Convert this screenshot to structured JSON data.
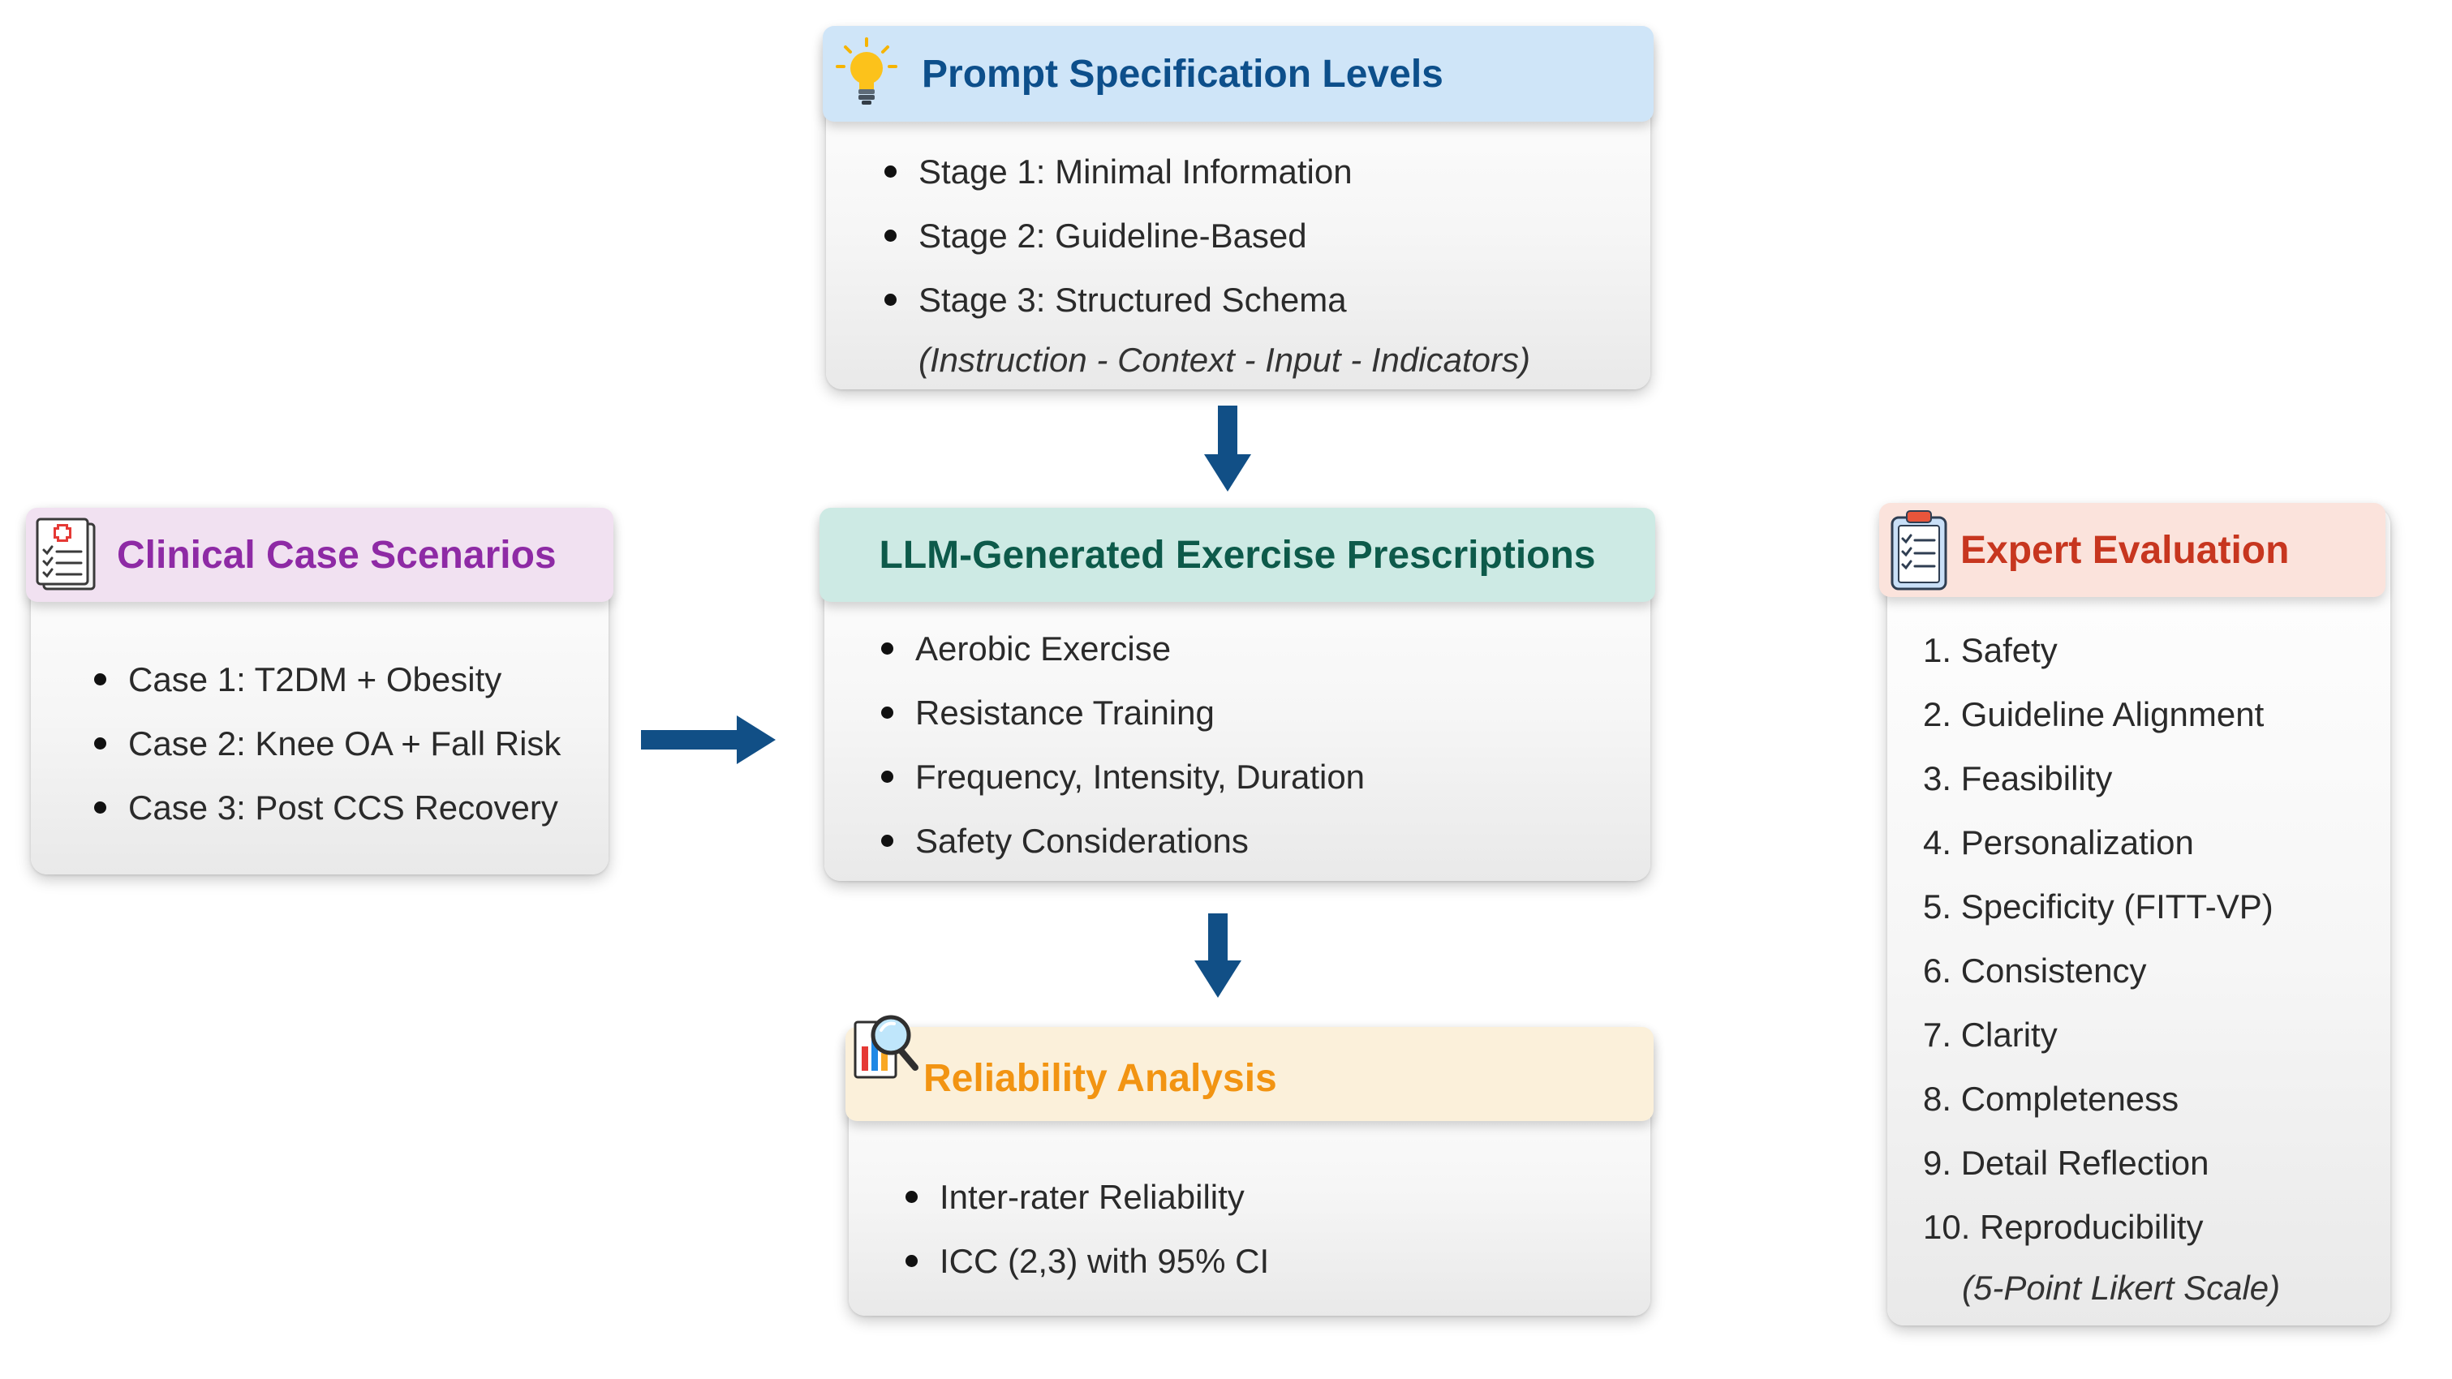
{
  "prompt_spec": {
    "title": "Prompt Specification Levels",
    "items": [
      "Stage 1: Minimal Information",
      "Stage 2: Guideline-Based",
      "Stage 3: Structured Schema"
    ],
    "note": "(Instruction - Context - Input - Indicators)"
  },
  "clinical": {
    "title": "Clinical Case Scenarios",
    "items": [
      "Case 1: T2DM + Obesity",
      "Case 2: Knee OA + Fall Risk",
      "Case 3: Post CCS Recovery"
    ]
  },
  "llm": {
    "title": "LLM-Generated Exercise Prescriptions",
    "items": [
      "Aerobic Exercise",
      "Resistance Training",
      "Frequency, Intensity, Duration",
      "Safety Considerations"
    ]
  },
  "reliability": {
    "title": "Reliability Analysis",
    "items": [
      "Inter-rater Reliability",
      "ICC (2,3) with 95% CI"
    ]
  },
  "expert": {
    "title": "Expert Evaluation",
    "items": [
      "1. Safety",
      "2. Guideline Alignment",
      "3. Feasibility",
      "4. Personalization",
      "5. Specificity (FITT-VP)",
      "6. Consistency",
      "7. Clarity",
      "8. Completeness",
      "9. Detail Reflection",
      "10. Reproducibility"
    ],
    "note": "(5-Point Likert Scale)"
  },
  "colors": {
    "prompt_header_bg": "#cfe5f8",
    "prompt_title": "#0d4f8b",
    "clinical_header_bg": "#f1e1f1",
    "clinical_title": "#8e2aa5",
    "llm_header_bg": "#cdeae4",
    "llm_title": "#0d5a4a",
    "reliability_header_bg": "#fbf0da",
    "reliability_title": "#f29412",
    "expert_header_bg": "#fbe3dc",
    "expert_title": "#c7361f",
    "arrow": "#114f86"
  }
}
